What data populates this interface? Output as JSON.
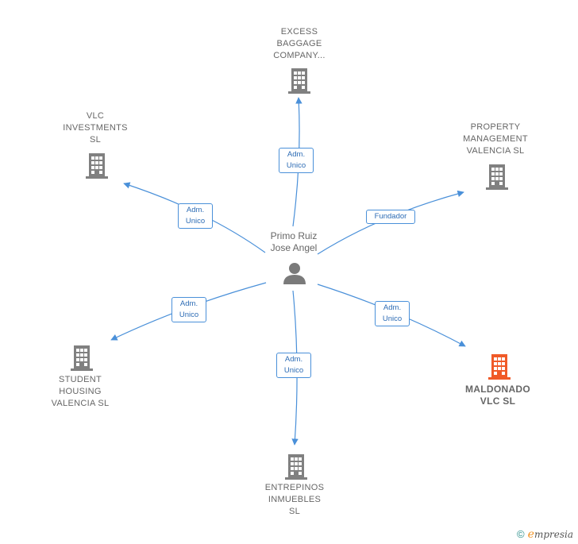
{
  "center": {
    "label": "Primo Ruiz\nJose Angel"
  },
  "nodes": [
    {
      "id": "excess",
      "label": "EXCESS\nBAGGAGE\nCOMPANY...",
      "relation": "Adm.\nUnico"
    },
    {
      "id": "property",
      "label": "PROPERTY\nMANAGEMENT\nVALENCIA  SL",
      "relation": "Fundador"
    },
    {
      "id": "maldonado",
      "label": "MALDONADO\nVLC  SL",
      "relation": "Adm.\nUnico",
      "highlight": true
    },
    {
      "id": "entrepinos",
      "label": "ENTREPINOS\nINMUEBLES\nSL",
      "relation": "Adm.\nUnico"
    },
    {
      "id": "student",
      "label": "STUDENT\nHOUSING\nVALENCIA  SL",
      "relation": "Adm.\nUnico"
    },
    {
      "id": "vlc",
      "label": "VLC\nINVESTMENTS\nSL",
      "relation": "Adm.\nUnico"
    }
  ],
  "colors": {
    "edge": "#4a90d9",
    "building": "#808080",
    "highlight": "#f05a28",
    "person": "#7a7a7a"
  },
  "brand": {
    "copyright": "©",
    "initial": "e",
    "name": "mpresia"
  }
}
